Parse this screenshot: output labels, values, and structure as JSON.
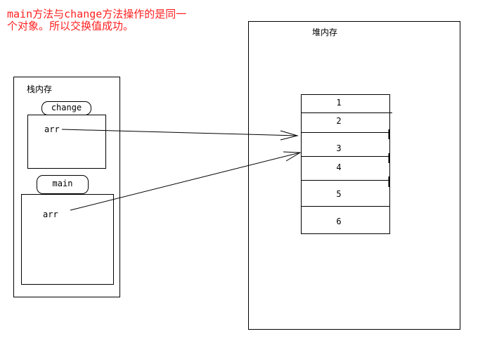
{
  "note": "main方法与change方法操作的是同一个对象。所以交换值成功。",
  "stack": {
    "title": "栈内存",
    "change_frame": {
      "label": "change",
      "var": "arr"
    },
    "main_frame": {
      "label": "main",
      "var": "arr"
    }
  },
  "heap": {
    "title": "堆内存",
    "cells": [
      "1",
      "2",
      "3",
      "4",
      "5",
      "6"
    ]
  },
  "colors": {
    "note": "#ff2020",
    "line": "#000000"
  }
}
